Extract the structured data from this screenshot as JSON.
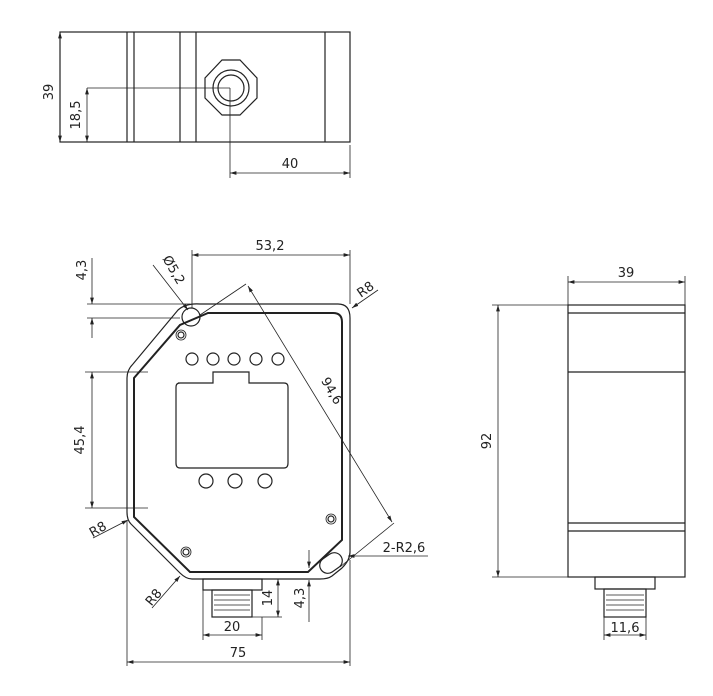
{
  "top_view": {
    "height": "39",
    "center_height": "18,5",
    "center_offset": "40"
  },
  "front_view": {
    "top_width": "53,2",
    "top_offset": "4,3",
    "hole_diameter": "Ø5,2",
    "diagonal": "94,6",
    "corner_radius_top_right": "R8",
    "side_length": "45,4",
    "corner_radius_left": "R8",
    "corner_radius_bottom": "R8",
    "slot_radius": "2-R2,6",
    "connector_height": "14",
    "bottom_offset": "4,3",
    "connector_width": "20",
    "total_width": "75"
  },
  "side_view": {
    "depth": "39",
    "height": "92",
    "connector_diameter": "11,6"
  }
}
